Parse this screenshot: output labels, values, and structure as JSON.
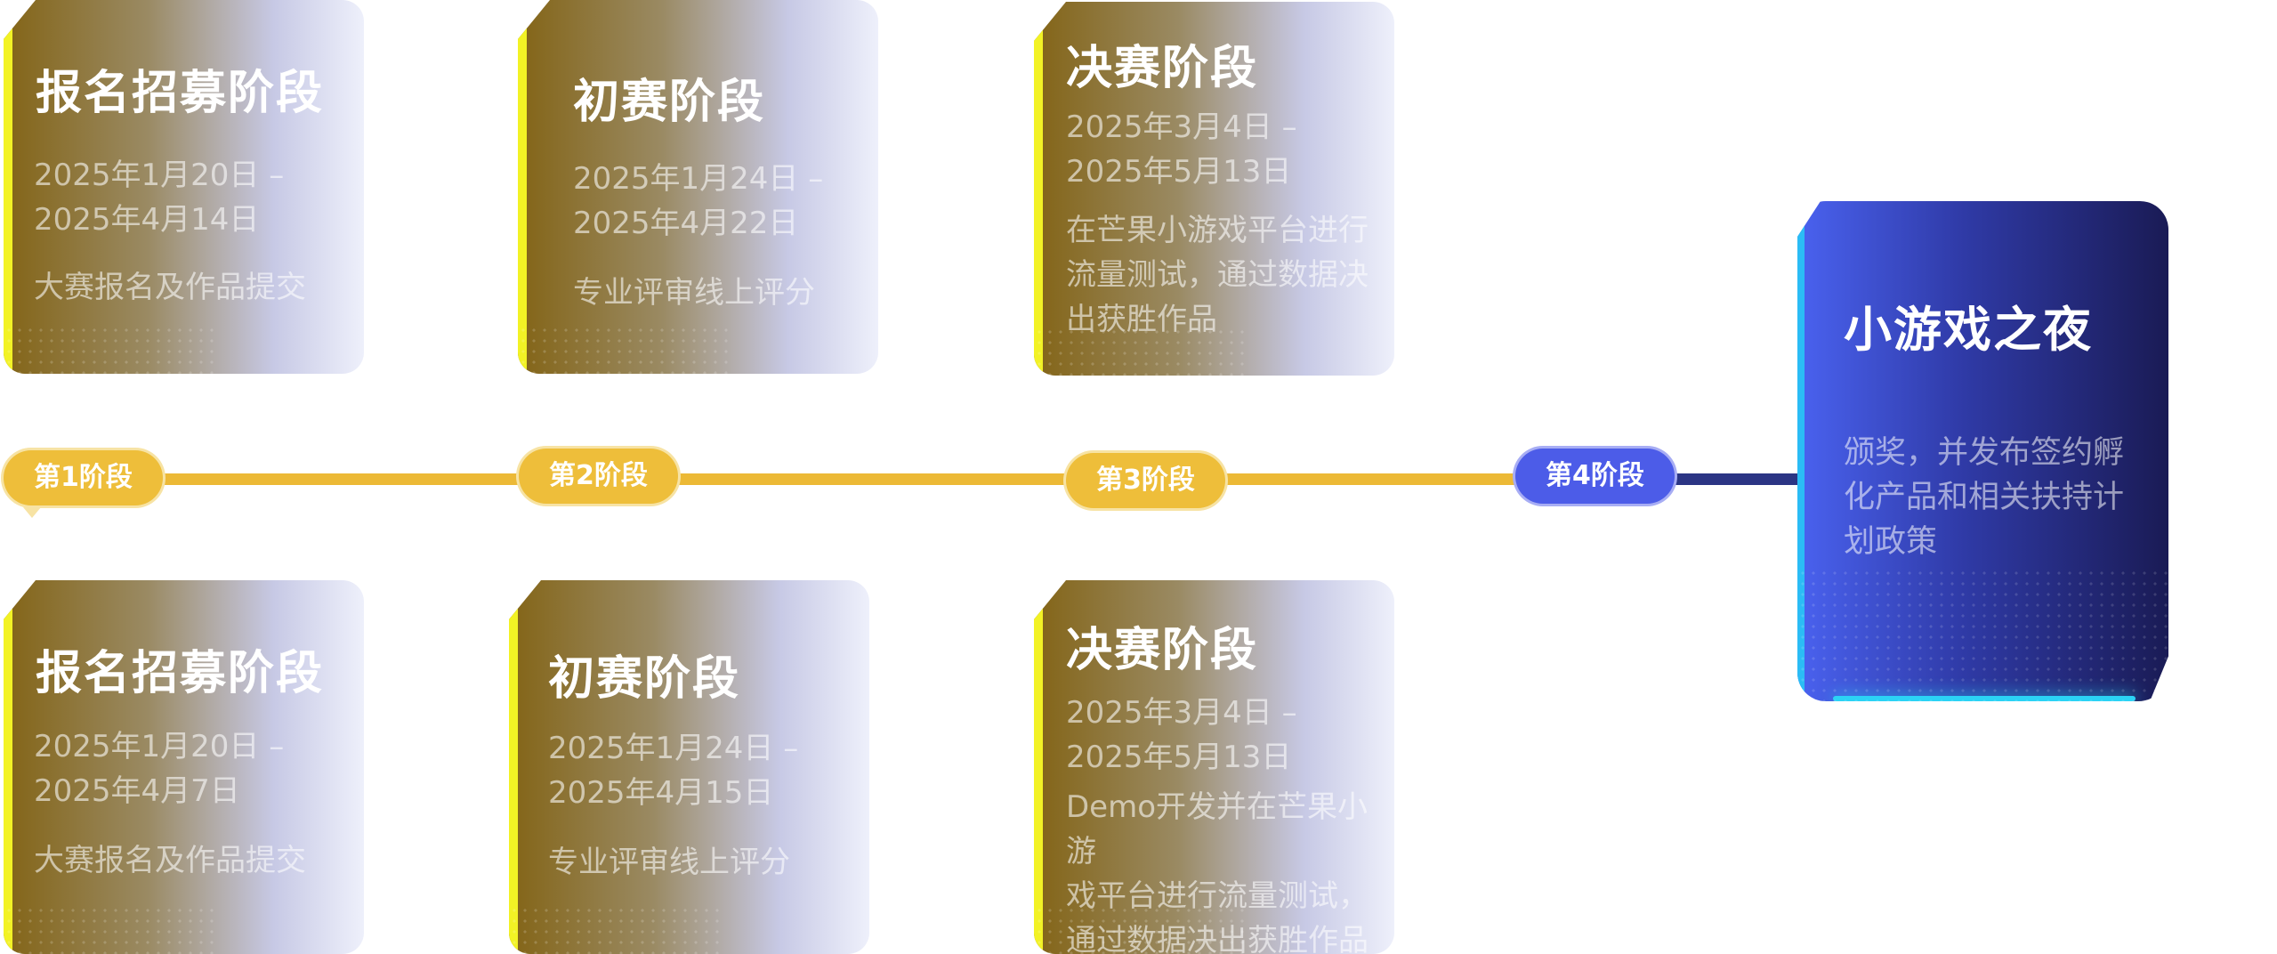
{
  "top_cards": [
    {
      "title": "报名招募阶段",
      "dates": "2025年1月20日 –\n2025年4月14日",
      "desc": "大赛报名及作品提交"
    },
    {
      "title": "初赛阶段",
      "dates": "2025年1月24日 –\n2025年4月22日",
      "desc": "专业评审线上评分"
    },
    {
      "title": "决赛阶段",
      "dates": "2025年3月4日 –\n2025年5月13日",
      "desc": "在芒果小游戏平台进行\n流量测试，通过数据决\n出获胜作品"
    }
  ],
  "bottom_cards": [
    {
      "title": "报名招募阶段",
      "dates": "2025年1月20日 –\n2025年4月7日",
      "desc": "大赛报名及作品提交"
    },
    {
      "title": "初赛阶段",
      "dates": "2025年1月24日 –\n2025年4月15日",
      "desc": "专业评审线上评分"
    },
    {
      "title": "决赛阶段",
      "dates": "2025年3月4日 –\n2025年5月13日",
      "desc": "Demo开发并在芒果小游\n戏平台进行流量测试，\n通过数据决出获胜作品"
    }
  ],
  "stages": [
    "第1阶段",
    "第2阶段",
    "第3阶段",
    "第4阶段"
  ],
  "final_card": {
    "title": "小游戏之夜",
    "desc": "颁奖，并发布签约孵化产品和相关扶持计划政策"
  },
  "colors": {
    "track": "#ecb936",
    "track_final": "#2b3584",
    "badge": "#eebe3a",
    "badge_final": "#4c5ce8",
    "card_edge": "#f2f225",
    "final_card": "#3a48c8"
  }
}
